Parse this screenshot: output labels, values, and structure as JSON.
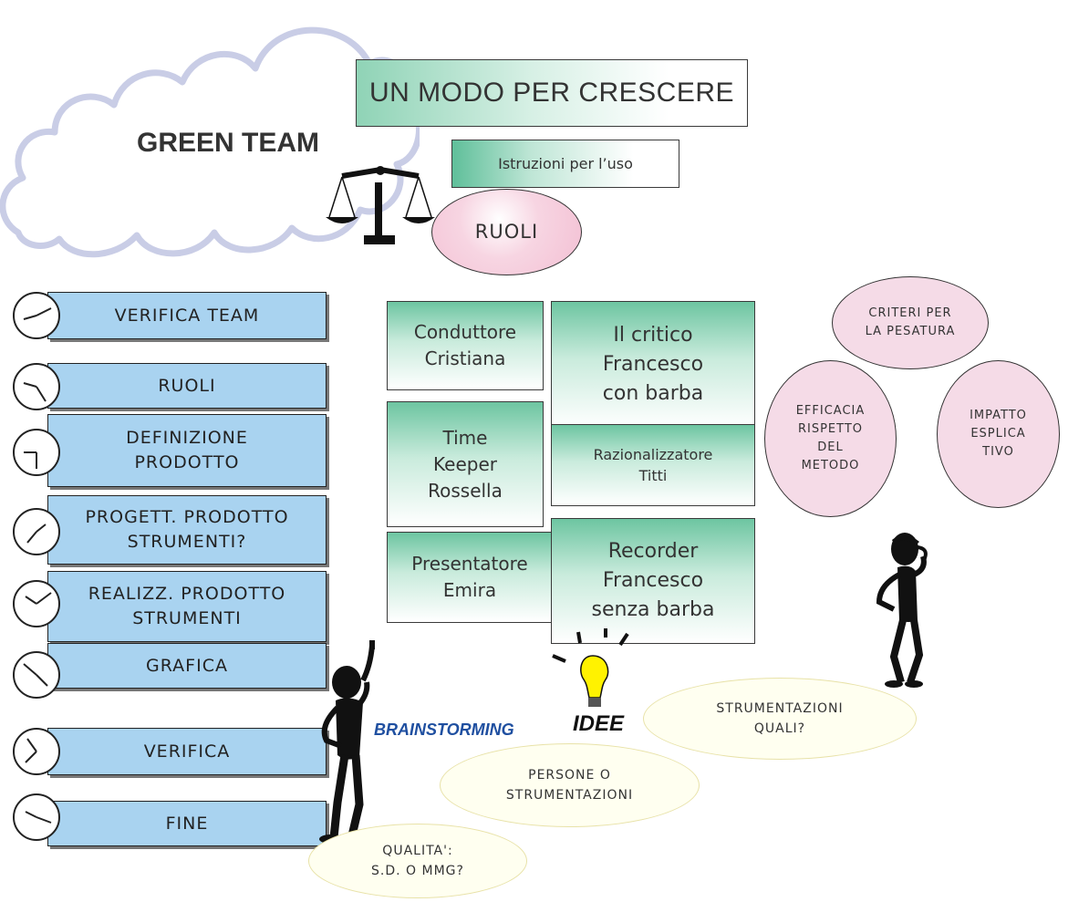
{
  "title": "GREEN TEAM",
  "header": {
    "main_title": "UN MODO PER CRESCERE",
    "instructions": "Istruzioni per l’uso",
    "roles": "RUOLI"
  },
  "steps": [
    {
      "label": "VERIFICA TEAM"
    },
    {
      "label": "RUOLI"
    },
    {
      "label": "DEFINIZIONE\nPRODOTTO"
    },
    {
      "label": "PROGETT. PRODOTTO\nSTRUMENTI?"
    },
    {
      "label": "REALIZZ. PRODOTTO\nSTRUMENTI"
    },
    {
      "label": "GRAFICA"
    },
    {
      "label": "VERIFICA"
    },
    {
      "label": "FINE"
    }
  ],
  "team_roles": [
    {
      "text": "Conduttore\nCristiana"
    },
    {
      "text": "Il critico\nFrancesco\ncon barba"
    },
    {
      "text": "Time\nKeeper\nRossella"
    },
    {
      "text": "Razionalizzatore\nTitti"
    },
    {
      "text": "Presentatore\nEmira"
    },
    {
      "text": "Recorder\nFrancesco\nsenza barba"
    }
  ],
  "criteria": {
    "main": "CRITERI PER\nLA PESATURA",
    "efficacy": "EFFICACIA\nRISPETTO\nDEL\nMETODO",
    "impact": "IMPATTO\nESPLICA\nTIVO"
  },
  "brainstorming": "BRAINSTORMING",
  "ideas": "IDEE",
  "bubbles": {
    "tools": "STRUMENTAZIONI\nQUALI?",
    "people": "PERSONE O\nSTRUMENTAZIONI",
    "quality": "QUALITA':\nS.D. O MMG?"
  },
  "colors": {
    "step_fill": "#a9d3f0",
    "role_green": "#5fbf9a",
    "criteria_pink": "#f5dbe7",
    "bubble_yellow": "#fffff0",
    "brainstorming_blue": "#1f4fa0"
  },
  "icons": [
    "cloud-icon",
    "scales-icon",
    "clock-icon",
    "lightbulb-icon",
    "pointing-person-icon",
    "thinking-person-icon"
  ]
}
